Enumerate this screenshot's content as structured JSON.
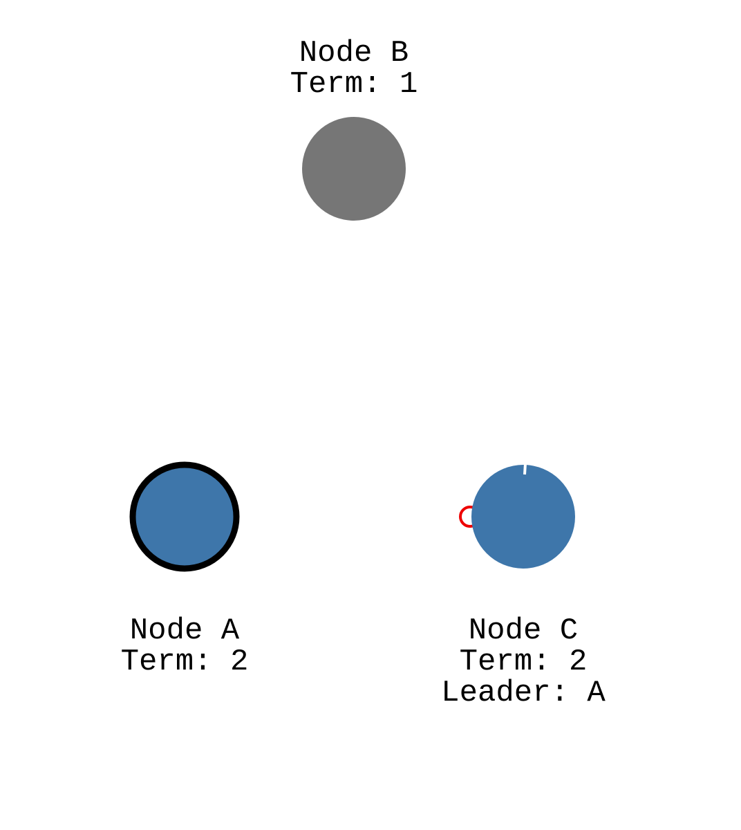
{
  "nodes": [
    {
      "id": "A",
      "label": "Node A",
      "term": "Term: 2",
      "leader": "",
      "state": "leader",
      "fill": "#3e76aa",
      "outlined": true
    },
    {
      "id": "B",
      "label": "Node B",
      "term": "Term: 1",
      "leader": "",
      "state": "stopped",
      "fill": "#767676",
      "outlined": false
    },
    {
      "id": "C",
      "label": "Node C",
      "term": "Term: 2",
      "leader": "Leader: A",
      "state": "follower",
      "fill": "#3e76aa",
      "outlined": false
    }
  ],
  "colors": {
    "leader_outline": "#000000",
    "message": "#ee0000",
    "timeout_tick": "#ffffff",
    "background": "#ffffff"
  },
  "messages": [
    {
      "from": "A",
      "to": "C",
      "icon": "message-circle-icon"
    }
  ]
}
